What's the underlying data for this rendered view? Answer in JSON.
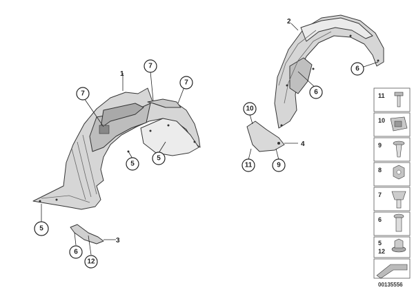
{
  "callouts": {
    "front_7a": "7",
    "front_7b": "7",
    "front_7c": "7",
    "front_5a": "5",
    "front_5b": "5",
    "front_5c": "5",
    "front_6": "6",
    "front_12": "12",
    "rear_6a": "6",
    "rear_6b": "6",
    "bracket_10": "10",
    "bracket_11": "11",
    "bracket_9": "9"
  },
  "plain_labels": {
    "front_liner_1": "1",
    "rear_liner_2": "2",
    "clip_3": "3",
    "bracket_4": "4"
  },
  "legend": {
    "items": [
      {
        "num": "11",
        "icon": "screw-icon"
      },
      {
        "num": "10",
        "icon": "speed-nut-icon"
      },
      {
        "num": "9",
        "icon": "expanding-rivet-icon"
      },
      {
        "num": "8",
        "icon": "hex-nut-icon"
      },
      {
        "num": "7",
        "icon": "clip-nut-icon"
      },
      {
        "num": "6",
        "icon": "plastic-rivet-icon"
      },
      {
        "num": "5",
        "icon": "collar-nut-icon"
      },
      {
        "num": "12",
        "icon": "collar-nut-icon"
      },
      {
        "num": "",
        "icon": "seal-strip-icon"
      }
    ]
  },
  "document_number": "00135556"
}
